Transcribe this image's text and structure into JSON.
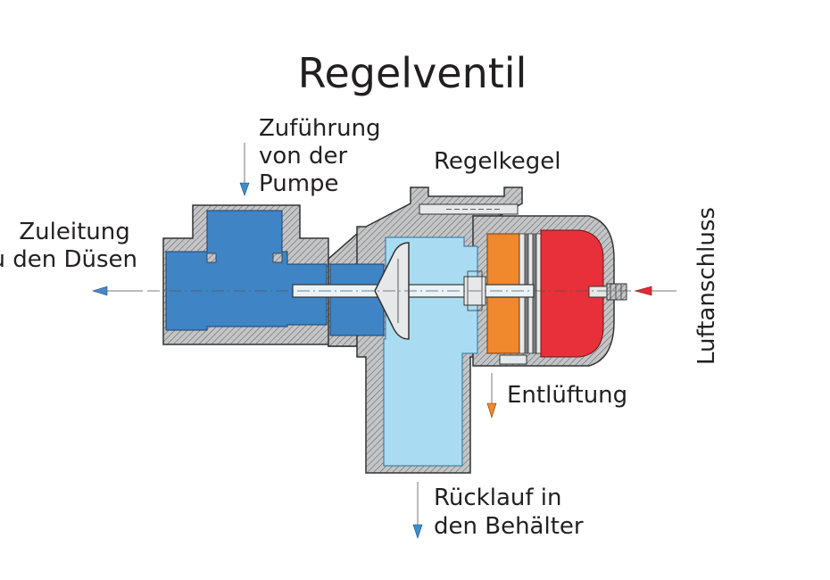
{
  "title": "Regelventil",
  "labels": {
    "supply": [
      "Zuführung",
      "von der",
      "Pumpe"
    ],
    "outlet": [
      "Zuleitung",
      "zu den Düsen"
    ],
    "cone": "Regelkegel",
    "air": "Luftanschluss",
    "vent": "Entlüftung",
    "return": [
      "Rücklauf in",
      "den Behälter"
    ]
  },
  "colors": {
    "outlet_chamber": "#3f85c6",
    "return_chamber": "#a9dcf2",
    "vent_chamber": "#f0882e",
    "air_chamber": "#e8303a",
    "housing": "#bdbec0",
    "arrow_outlet": "#4a86c6",
    "arrow_return": "#3b8fcf",
    "arrow_vent": "#f08a2c",
    "arrow_air": "#e32b36",
    "text": "#231f20"
  }
}
